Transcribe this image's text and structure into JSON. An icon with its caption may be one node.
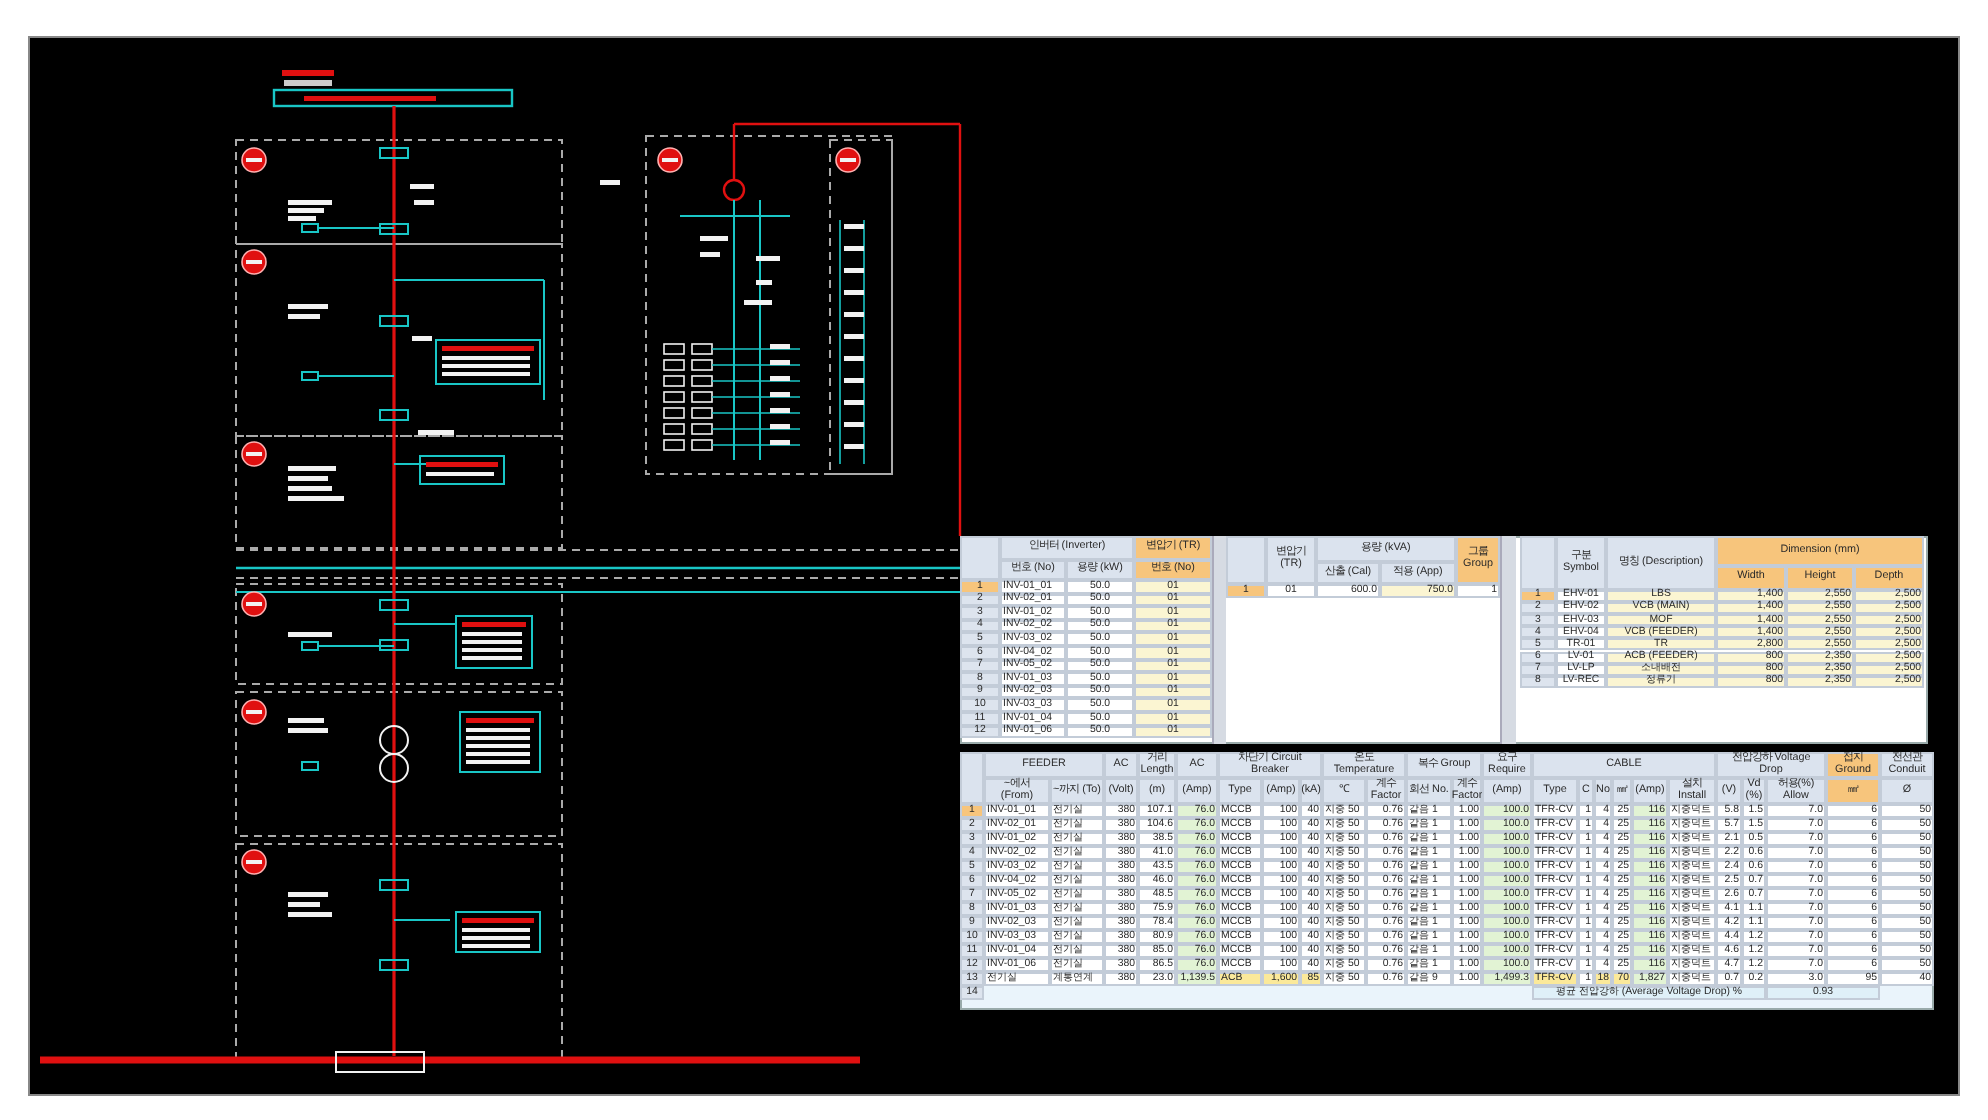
{
  "diagram": {
    "labels": [
      "인버터 (Inverter)",
      "변압기 (TR)",
      "번호 (No)",
      "용량 (kW)",
      "번호 (No)",
      "1",
      "INV-01_01",
      "50.0",
      "01",
      "2",
      "INV-02_01",
      "50.0",
      "01",
      "3",
      "INV-01_02",
      "50.0",
      "01",
      "4",
      "INV-02_02",
      "50.0",
      "01",
      "5",
      "INV-03_02",
      "50.0",
      "01",
      "6",
      "INV-04_02",
      "50.0",
      "01",
      "7",
      "INV-05_02",
      "50.0",
      "01",
      "8",
      "INV-01_03",
      "50.0",
      "01",
      "9",
      "INV-02_03",
      "50.0",
      "01",
      "10",
      "INV-03_03",
      "50.0",
      "01",
      "11",
      "INV-01_04",
      "50.0",
      "01",
      "12",
      "INV-01_06",
      "50.0",
      "01",
      "변압기 (TR)",
      "용량 (kVA)",
      "그룹 Group",
      "산출 (Cal)",
      "적용 (App)",
      "1",
      "01",
      "600.0",
      "750.0",
      "1",
      "구분 Symbol",
      "명칭 (Description)",
      "Dimension (mm)",
      "Width",
      "Height",
      "Depth",
      "1",
      "EHV-01",
      "LBS",
      "1,400",
      "2,550",
      "2,500",
      "2",
      "EHV-02",
      "VCB (MAIN)",
      "1,400",
      "2,550",
      "2,500",
      "3",
      "EHV-03",
      "MOF",
      "1,400",
      "2,550",
      "2,500",
      "4",
      "EHV-04",
      "VCB (FEEDER)",
      "1,400",
      "2,550",
      "2,500",
      "5",
      "TR-01",
      "TR",
      "2,800",
      "2,550",
      "2,500",
      "6",
      "LV-01",
      "ACB (FEEDER)",
      "800",
      "2,350",
      "2,500",
      "7",
      "LV-LP",
      "소내배전",
      "800",
      "2,350",
      "2,500",
      "8",
      "LV-REC",
      "정류기",
      "800",
      "2,350",
      "2,500",
      "FEEDER",
      "AC",
      "거리 Length",
      "AC",
      "차단기 Circuit Breaker",
      "온도 Temperature",
      "복수 Group",
      "요구 Require",
      "CABLE",
      "전압강하 Voltage Drop",
      "접지 Ground",
      "전선관 Conduit",
      "~에서 (From)",
      "~까지 (To)",
      "(Volt)",
      "(m)",
      "(Amp)",
      "Type",
      "(Amp)",
      "(kA)",
      "℃",
      "계수 Factor",
      "회선 No.",
      "계수 Factor",
      "(Amp)",
      "Type",
      "C",
      "No",
      "㎟",
      "(Amp)",
      "설치 Install",
      "(V)",
      "Vd (%)",
      "허용(%) Allow",
      "㎟",
      "Ø",
      "1",
      "INV-01_01",
      "전기실",
      "380",
      "107.1",
      "76.0",
      "MCCB",
      "100",
      "40",
      "지중 50",
      "0.76",
      "같음 1",
      "1.00",
      "100.0",
      "TFR-CV",
      "1",
      "4",
      "25",
      "116",
      "지중덕트",
      "5.8",
      "1.5",
      "7.0",
      "6",
      "50",
      "2",
      "INV-02_01",
      "전기실",
      "380",
      "104.6",
      "76.0",
      "MCCB",
      "100",
      "40",
      "지중 50",
      "0.76",
      "같음 1",
      "1.00",
      "100.0",
      "TFR-CV",
      "1",
      "4",
      "25",
      "116",
      "지중덕트",
      "5.7",
      "1.5",
      "7.0",
      "6",
      "50",
      "3",
      "INV-01_02",
      "전기실",
      "380",
      "38.5",
      "76.0",
      "MCCB",
      "100",
      "40",
      "지중 50",
      "0.76",
      "같음 1",
      "1.00",
      "100.0",
      "TFR-CV",
      "1",
      "4",
      "25",
      "116",
      "지중덕트",
      "2.1",
      "0.5",
      "7.0",
      "6",
      "50",
      "4",
      "INV-02_02",
      "전기실",
      "380",
      "41.0",
      "76.0",
      "MCCB",
      "100",
      "40",
      "지중 50",
      "0.76",
      "같음 1",
      "1.00",
      "100.0",
      "TFR-CV",
      "1",
      "4",
      "25",
      "116",
      "지중덕트",
      "2.2",
      "0.6",
      "7.0",
      "6",
      "50",
      "5",
      "INV-03_02",
      "전기실",
      "380",
      "43.5",
      "76.0",
      "MCCB",
      "100",
      "40",
      "지중 50",
      "0.76",
      "같음 1",
      "1.00",
      "100.0",
      "TFR-CV",
      "1",
      "4",
      "25",
      "116",
      "지중덕트",
      "2.4",
      "0.6",
      "7.0",
      "6",
      "50",
      "6",
      "INV-04_02",
      "전기실",
      "380",
      "46.0",
      "76.0",
      "MCCB",
      "100",
      "40",
      "지중 50",
      "0.76",
      "같음 1",
      "1.00",
      "100.0",
      "TFR-CV",
      "1",
      "4",
      "25",
      "116",
      "지중덕트",
      "2.5",
      "0.7",
      "7.0",
      "6",
      "50",
      "7",
      "INV-05_02",
      "전기실",
      "380",
      "48.5",
      "76.0",
      "MCCB",
      "100",
      "40",
      "지중 50",
      "0.76",
      "같음 1",
      "1.00",
      "100.0",
      "TFR-CV",
      "1",
      "4",
      "25",
      "116",
      "지중덕트",
      "2.6",
      "0.7",
      "7.0",
      "6",
      "50",
      "8",
      "INV-01_03",
      "전기실",
      "380",
      "75.9",
      "76.0",
      "MCCB",
      "100",
      "40",
      "지중 50",
      "0.76",
      "같음 1",
      "1.00",
      "100.0",
      "TFR-CV",
      "1",
      "4",
      "25",
      "116",
      "지중덕트",
      "4.1",
      "1.1",
      "7.0",
      "6",
      "50",
      "9",
      "INV-02_03",
      "전기실",
      "380",
      "78.4",
      "76.0",
      "MCCB",
      "100",
      "40",
      "지중 50",
      "0.76",
      "같음 1",
      "1.00",
      "100.0",
      "TFR-CV",
      "1",
      "4",
      "25",
      "116",
      "지중덕트",
      "4.2",
      "1.1",
      "7.0",
      "6",
      "50",
      "10",
      "INV-03_03",
      "전기실",
      "380",
      "80.9",
      "76.0",
      "MCCB",
      "100",
      "40",
      "지중 50",
      "0.76",
      "같음 1",
      "1.00",
      "100.0",
      "TFR-CV",
      "1",
      "4",
      "25",
      "116",
      "지중덕트",
      "4.4",
      "1.2",
      "7.0",
      "6",
      "50",
      "11",
      "INV-01_04",
      "전기실",
      "380",
      "85.0",
      "76.0",
      "MCCB",
      "100",
      "40",
      "지중 50",
      "0.76",
      "같음 1",
      "1.00",
      "100.0",
      "TFR-CV",
      "1",
      "4",
      "25",
      "116",
      "지중덕트",
      "4.6",
      "1.2",
      "7.0",
      "6",
      "50",
      "12",
      "INV-01_06",
      "전기실",
      "380",
      "86.5",
      "76.0",
      "MCCB",
      "100",
      "40",
      "지중 50",
      "0.76",
      "같음 1",
      "1.00",
      "100.0",
      "TFR-CV",
      "1",
      "4",
      "25",
      "116",
      "지중덕트",
      "4.7",
      "1.2",
      "7.0",
      "6",
      "50",
      "13",
      "전기실",
      "계통연계",
      "380",
      "23.0",
      "1,139.5",
      "ACB",
      "1,600",
      "85",
      "지중 50",
      "0.76",
      "같음 9",
      "1.00",
      "1,499.3",
      "TFR-CV",
      "1",
      "18",
      "70",
      "1,827",
      "지중덕트",
      "0.7",
      "0.2",
      "3.0",
      "95",
      "40",
      "14",
      "평균 전압강하 (Average Voltage Drop) %",
      "0.93"
    ]
  }
}
